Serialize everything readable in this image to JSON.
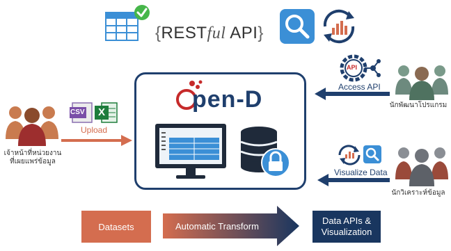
{
  "top": {
    "rest_open_brace": "{",
    "rest_pre": "REST",
    "rest_ful": "ful",
    "rest_post": " API",
    "rest_close_brace": "}"
  },
  "hub": {
    "logo_pen": "pen",
    "logo_dash": "-",
    "logo_d": "D"
  },
  "left": {
    "csv_label": "CSV",
    "excel_label": "X",
    "upload_label": "Upload",
    "publisher_line1": "เจ้าหน้าที่หน่วยงาน",
    "publisher_line2": "ที่เผยแพร่ข้อมูล"
  },
  "right": {
    "api_badge": "API",
    "access_api_label": "Access API",
    "developer_label": "นักพัฒนาโปรแกรม",
    "visualize_label": "Visualize Data",
    "analyst_label": "นักวิเคราะห์ข้อมูล"
  },
  "bottom": {
    "datasets_label": "Datasets",
    "transform_label": "Automatic Transform",
    "data_api_line1": "Data APIs &",
    "data_api_line2": "Visualization"
  },
  "colors": {
    "navy": "#1f3f6d",
    "orange": "#d46d4f",
    "sky": "#3b8fd6",
    "green_check": "#46b64a"
  }
}
